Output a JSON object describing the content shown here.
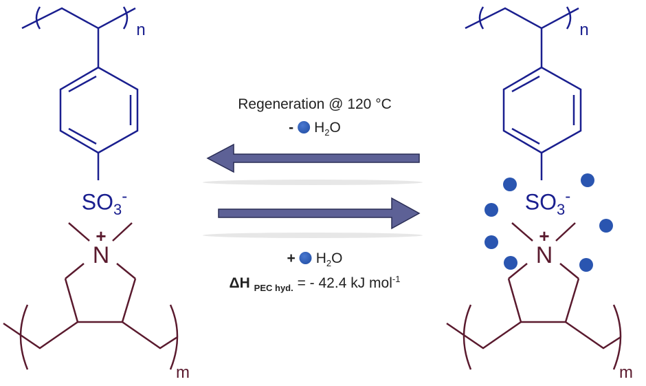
{
  "reaction": {
    "forward_condition": "Regeneration @ 120 °C",
    "forward_sign": "-",
    "reverse_sign": "+",
    "water_prefix": "H",
    "water_sub": "2",
    "water_suffix": "O",
    "enthalpy_symbol": "ΔH",
    "enthalpy_subscript": "PEC hyd.",
    "enthalpy_value": "= - 42.4 kJ mol",
    "enthalpy_exponent": "-1"
  },
  "molecule": {
    "repeat_top": "n",
    "repeat_bottom": "m",
    "anion": "SO",
    "anion_sub": "3",
    "anion_charge": "-",
    "cation": "N",
    "cation_charge": "+"
  },
  "colors": {
    "anion_polymer": "#1a1f8f",
    "cation_polymer": "#5a1a2e",
    "arrow_fill": "#5d6196",
    "water": "#2a55b0"
  }
}
